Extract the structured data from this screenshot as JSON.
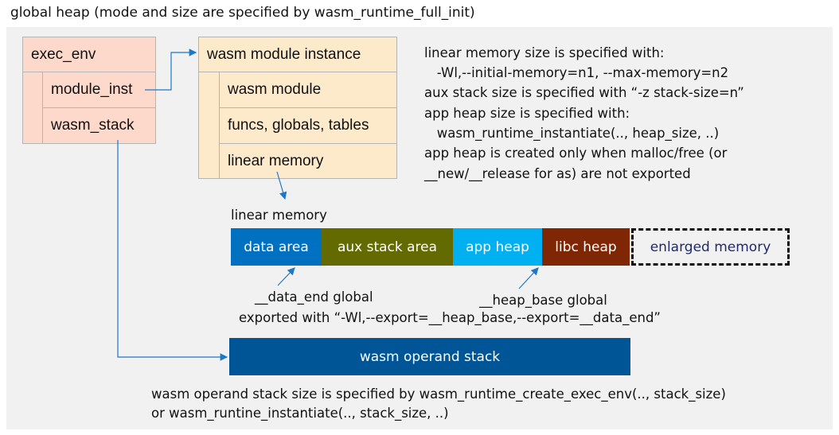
{
  "title": "global heap (mode and size are specified by wasm_runtime_full_init)",
  "exec_env": {
    "header": "exec_env",
    "fields": [
      "module_inst",
      "wasm_stack"
    ]
  },
  "module_instance": {
    "header": "wasm module instance",
    "fields": [
      "wasm module",
      "funcs, globals, tables",
      "linear memory"
    ]
  },
  "notes": [
    "linear memory size is specified with:",
    "   -Wl,--initial-memory=n1, --max-memory=n2",
    "aux stack size is specified with “-z stack-size=n”",
    "app heap size is specified with:",
    "   wasm_runtime_instantiate(.., heap_size, ..)",
    "app heap is created only when malloc/free (or",
    "__new/__release for as) are not exported"
  ],
  "linear_memory": {
    "label": "linear memory",
    "segments": [
      {
        "label": "data area",
        "color": "#0070c0"
      },
      {
        "label": "aux stack area",
        "color": "#636b00"
      },
      {
        "label": "app heap",
        "color": "#00b0f0"
      },
      {
        "label": "libc heap",
        "color": "#7f2704"
      },
      {
        "label": "enlarged memory",
        "color": "#1f2a6b"
      }
    ]
  },
  "data_end_label": "__data_end global",
  "heap_base_label": "__heap_base global",
  "export_note": "exported with “-Wl,--export=__heap_base,--export=__data_end”",
  "operand_stack": {
    "label": "wasm operand stack",
    "color": "#005596"
  },
  "stack_notes": [
    "wasm operand stack size is specified by wasm_runtime_create_exec_env(.., stack_size)",
    "or wasm_runtine_instantiate(.., stack_size, ..)"
  ]
}
